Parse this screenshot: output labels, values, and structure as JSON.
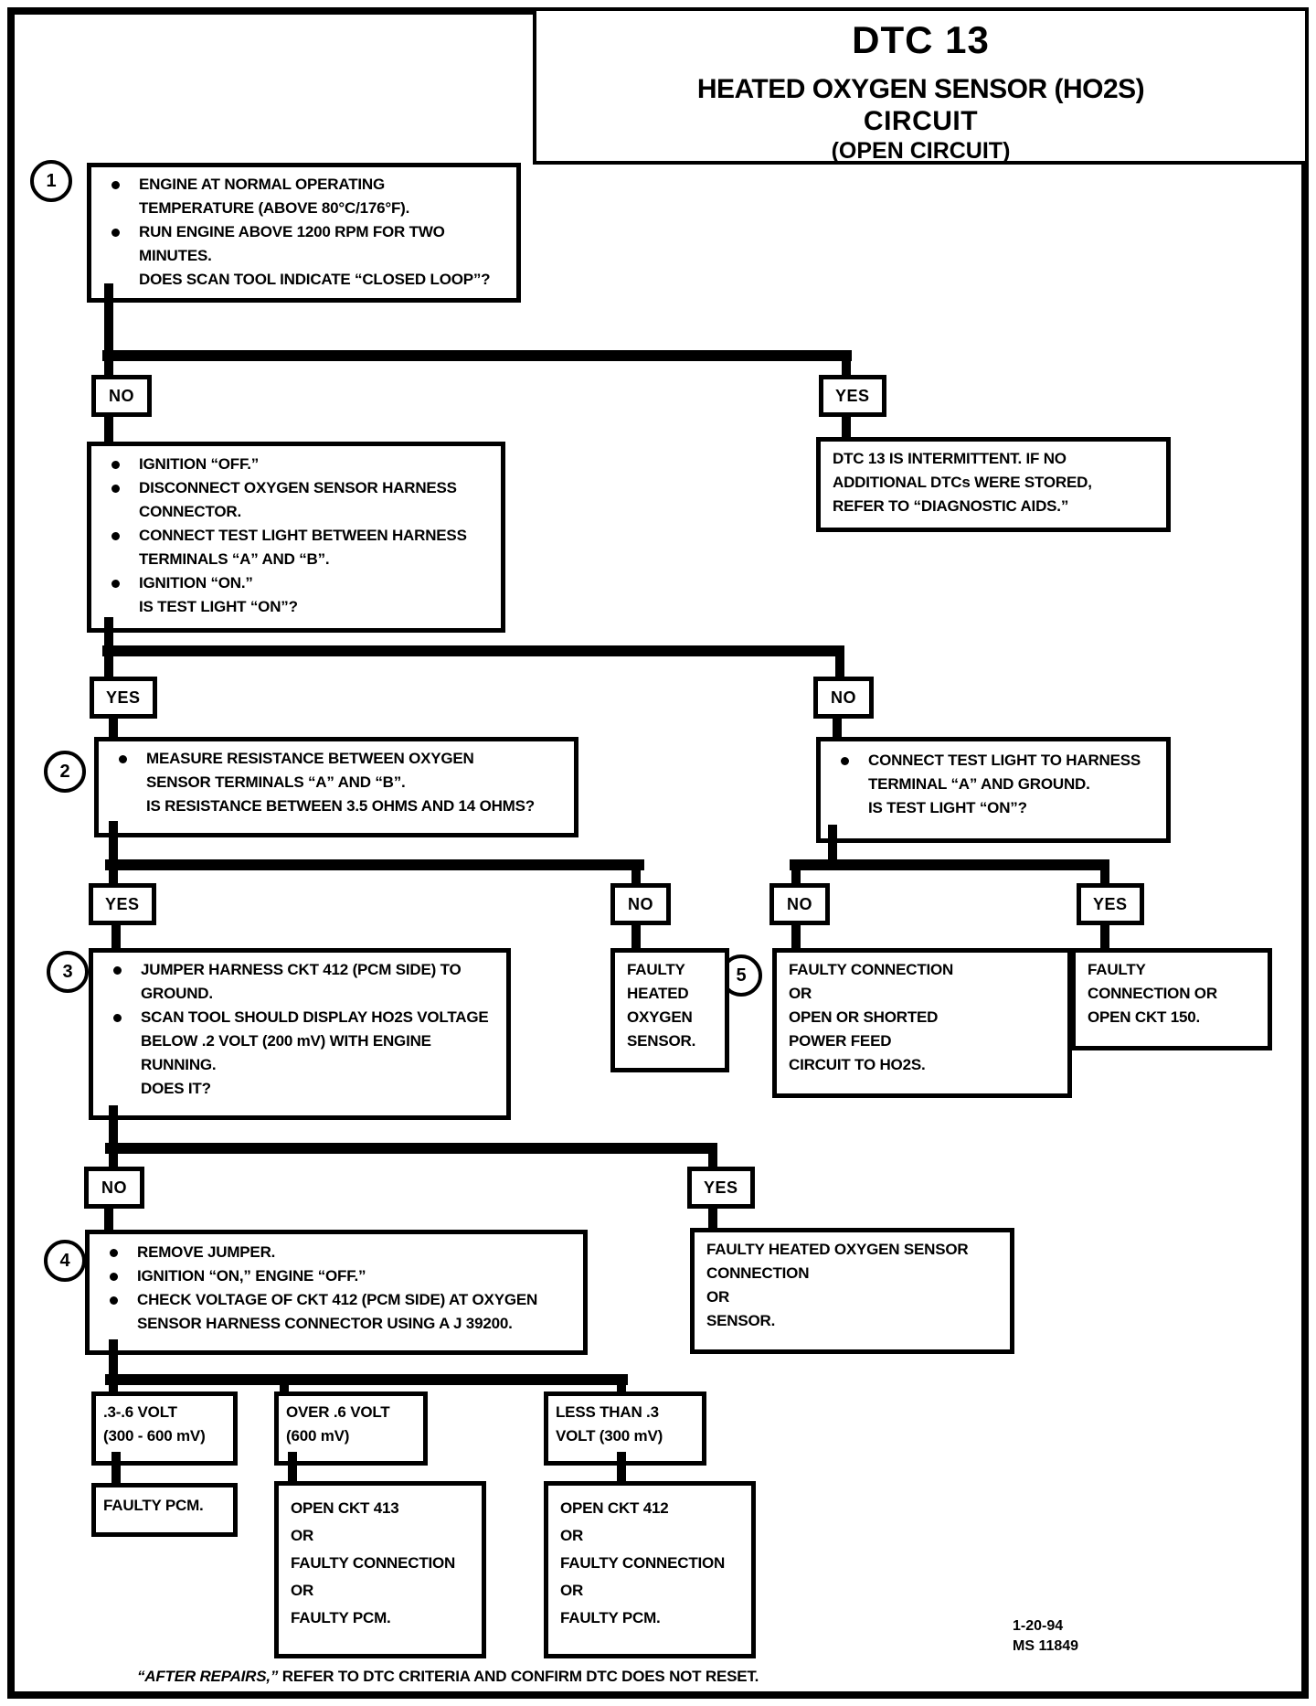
{
  "title": {
    "code": "DTC 13",
    "line1": "HEATED OXYGEN SENSOR (HO2S)",
    "line2": "CIRCUIT",
    "line3": "(OPEN CIRCUIT)"
  },
  "labels": {
    "yes": "YES",
    "no": "NO"
  },
  "steps": {
    "n1": "1",
    "n2": "2",
    "n3": "3",
    "n4": "4",
    "n5": "5"
  },
  "nodes": {
    "check_closed_loop": {
      "lines": [
        "ENGINE AT NORMAL OPERATING",
        "TEMPERATURE (ABOVE  80°C/176°F).",
        "RUN ENGINE ABOVE 1200 RPM FOR TWO",
        "MINUTES.",
        "DOES SCAN TOOL INDICATE “CLOSED LOOP”?"
      ]
    },
    "intermittent": {
      "lines": [
        "DTC 13 IS INTERMITTENT.  IF NO",
        "ADDITIONAL DTCs WERE STORED,",
        "REFER TO  “DIAGNOSTIC AIDS.”"
      ]
    },
    "test_light_ab": {
      "lines": [
        "IGNITION “OFF.”",
        "DISCONNECT OXYGEN SENSOR HARNESS",
        "CONNECTOR.",
        "CONNECT TEST LIGHT BETWEEN HARNESS",
        "TERMINALS “A” AND “B”.",
        "IGNITION “ON.”",
        "IS TEST LIGHT “ON”?"
      ]
    },
    "measure_resistance": {
      "lines": [
        "MEASURE RESISTANCE BETWEEN OXYGEN",
        "SENSOR TERMINALS “A” AND “B”.",
        "IS RESISTANCE BETWEEN 3.5 OHMS AND 14 OHMS?"
      ]
    },
    "test_light_ground": {
      "lines": [
        "CONNECT TEST LIGHT TO HARNESS",
        "TERMINAL “A” AND GROUND.",
        "IS TEST LIGHT “ON”?"
      ]
    },
    "jumper_ckt412": {
      "lines": [
        "JUMPER HARNESS CKT 412 (PCM SIDE) TO",
        "GROUND.",
        "SCAN TOOL SHOULD DISPLAY HO2S VOLTAGE",
        "BELOW .2  VOLT (200 mV) WITH ENGINE",
        "RUNNING.",
        "DOES IT?"
      ]
    },
    "faulty_ho2s": {
      "lines": [
        "FAULTY",
        "HEATED",
        "OXYGEN",
        "SENSOR."
      ]
    },
    "power_feed": {
      "lines": [
        "FAULTY CONNECTION",
        "OR",
        "OPEN OR SHORTED",
        "POWER FEED",
        "CIRCUIT TO HO2S."
      ]
    },
    "open_ckt150": {
      "lines": [
        "FAULTY",
        "CONNECTION OR",
        "OPEN CKT 150."
      ]
    },
    "check_voltage": {
      "lines": [
        "REMOVE JUMPER.",
        "IGNITION “ON,”  ENGINE  “OFF.”",
        "CHECK VOLTAGE OF CKT 412 (PCM SIDE) AT OXYGEN",
        "SENSOR HARNESS CONNECTOR USING A J 39200."
      ]
    },
    "faulty_sensor_conn": {
      "lines": [
        "FAULTY HEATED OXYGEN SENSOR",
        "CONNECTION",
        "OR",
        "SENSOR."
      ]
    },
    "volt_mid": {
      "lines": [
        ".3-.6 VOLT",
        "(300 - 600 mV)"
      ]
    },
    "volt_over": {
      "lines": [
        "OVER .6 VOLT",
        "(600 mV)"
      ]
    },
    "volt_under": {
      "lines": [
        "LESS THAN .3",
        "VOLT (300 mV)"
      ]
    },
    "faulty_pcm": {
      "lines": [
        "FAULTY PCM."
      ]
    },
    "open_ckt413": {
      "lines": [
        "OPEN CKT 413",
        "OR",
        "FAULTY CONNECTION",
        "OR",
        "FAULTY PCM."
      ]
    },
    "open_ckt412": {
      "lines": [
        "OPEN CKT 412",
        "OR",
        "FAULTY CONNECTION",
        "OR",
        "FAULTY PCM."
      ]
    }
  },
  "footer": {
    "note_italic": "“AFTER REPAIRS,”",
    "note_rest": " REFER TO DTC CRITERIA AND CONFIRM DTC DOES NOT RESET.",
    "date": "1-20-94",
    "doc": "MS 11849"
  }
}
